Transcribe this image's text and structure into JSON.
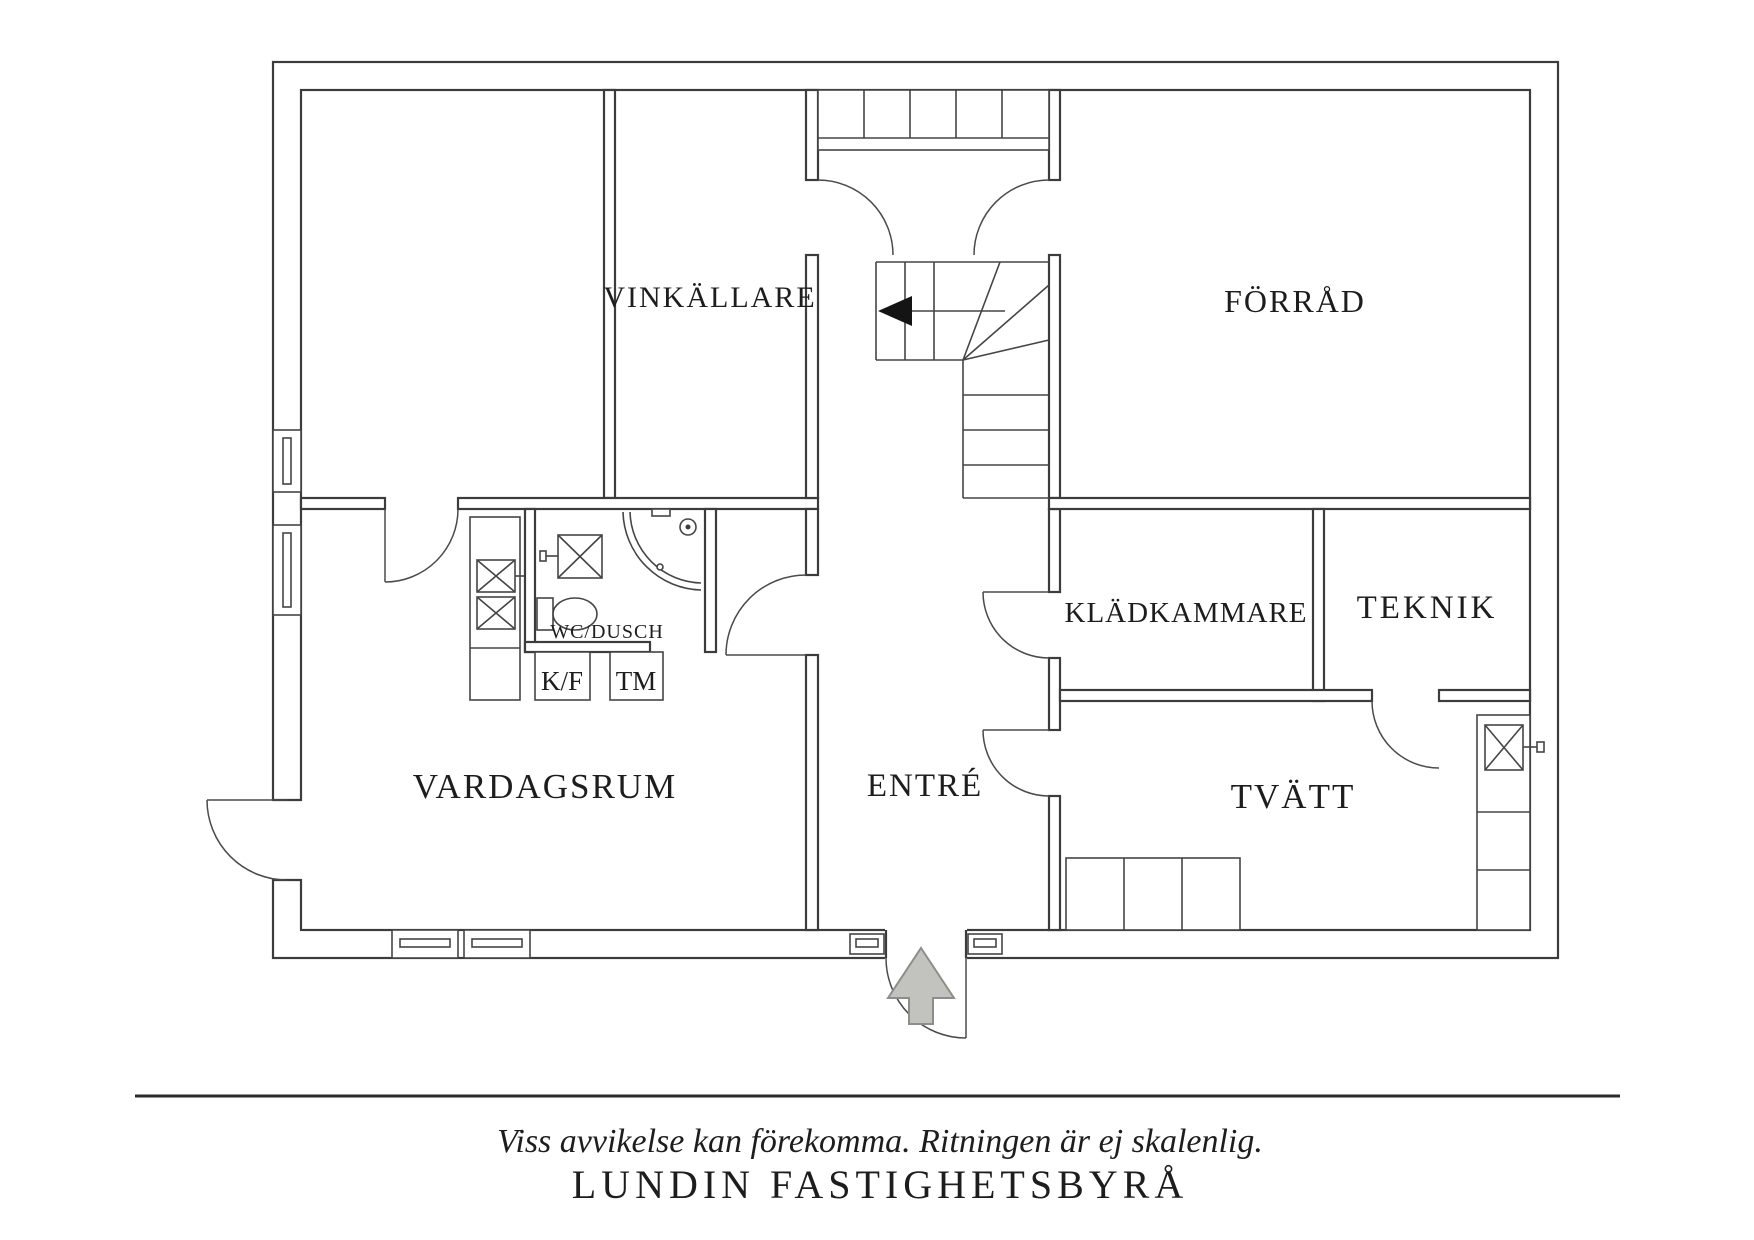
{
  "floorplan": {
    "rooms": {
      "vinkallare": "VINKÄLLARE",
      "forrad": "FÖRRÅD",
      "kladkammare": "KLÄDKAMMARE",
      "teknik": "TEKNIK",
      "tvatt": "TVÄTT",
      "entre": "ENTRÉ",
      "vardagsrum": "VARDAGSRUM",
      "wc_dusch": "WC/DUSCH",
      "tm": "TM",
      "kf": "K/F"
    },
    "colors": {
      "wall_line": "#3c3c3c",
      "text": "#1d1d1d",
      "entry_arrow_fill": "#c2c2be",
      "entry_arrow_stroke": "#8d8d89"
    }
  },
  "footer": {
    "disclaimer": "Viss avvikelse kan förekomma. Ritningen är ej skalenlig.",
    "brand": "LUNDIN FASTIGHETSBYRÅ"
  }
}
